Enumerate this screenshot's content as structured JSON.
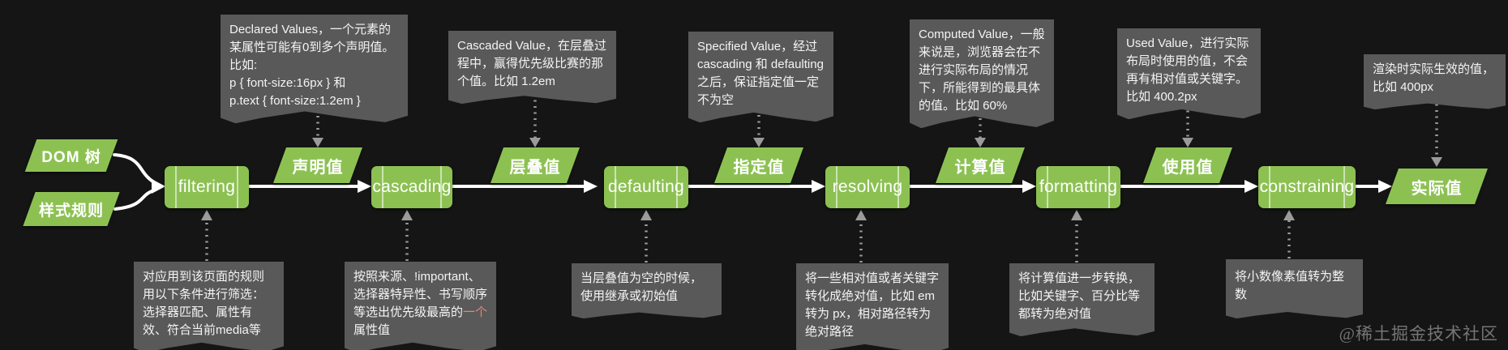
{
  "inputs": [
    {
      "label": "DOM 树"
    },
    {
      "label": "样式规则"
    }
  ],
  "processes": [
    {
      "label": "filtering"
    },
    {
      "label": "cascading"
    },
    {
      "label": "defaulting"
    },
    {
      "label": "resolving"
    },
    {
      "label": "formatting"
    },
    {
      "label": "constraining"
    }
  ],
  "values": [
    {
      "label": "声明值"
    },
    {
      "label": "层叠值"
    },
    {
      "label": "指定值"
    },
    {
      "label": "计算值"
    },
    {
      "label": "使用值"
    },
    {
      "label": "实际值"
    }
  ],
  "top_notes": [
    {
      "text": "Declared Values，一个元素的某属性可能有0到多个声明值。比如:\np { font-size:16px } 和\np.text { font-size:1.2em }"
    },
    {
      "text": "Cascaded Value，在层叠过程中，赢得优先级比赛的那个值。比如 1.2em"
    },
    {
      "text": "Specified Value，经过 cascading 和 defaulting 之后，保证指定值一定不为空"
    },
    {
      "text": "Computed Value，一般来说是，浏览器会在不进行实际布局的情况下，所能得到的最具体的值。比如 60%"
    },
    {
      "text": "Used Value，进行实际布局时使用的值，不会再有相对值或关键字。比如 400.2px"
    },
    {
      "text": "渲染时实际生效的值，比如 400px"
    }
  ],
  "bottom_notes": [
    {
      "text": "对应用到该页面的规则用以下条件进行筛选：选择器匹配、属性有效、符合当前media等"
    },
    {
      "pre": "按照来源、!important、选择器特异性、书写顺序等选出优先级最高的",
      "highlight": "一个",
      "post": "属性值"
    },
    {
      "text": "当层叠值为空的时候，使用继承或初始值"
    },
    {
      "text": "将一些相对值或者关键字转化成绝对值，比如 em 转为 px，相对路径转为绝对路径"
    },
    {
      "text": "将计算值进一步转换，比如关键字、百分比等都转为绝对值"
    },
    {
      "text": "将小数像素值转为整数"
    }
  ],
  "watermark": "@稀土掘金技术社区",
  "colors": {
    "node_green": "#8CC152",
    "note_gray": "#595959",
    "background": "#151515",
    "highlight_red": "#E2867A",
    "arrow_white": "#FFFFFF",
    "arrow_gray": "#9B9B9B"
  }
}
